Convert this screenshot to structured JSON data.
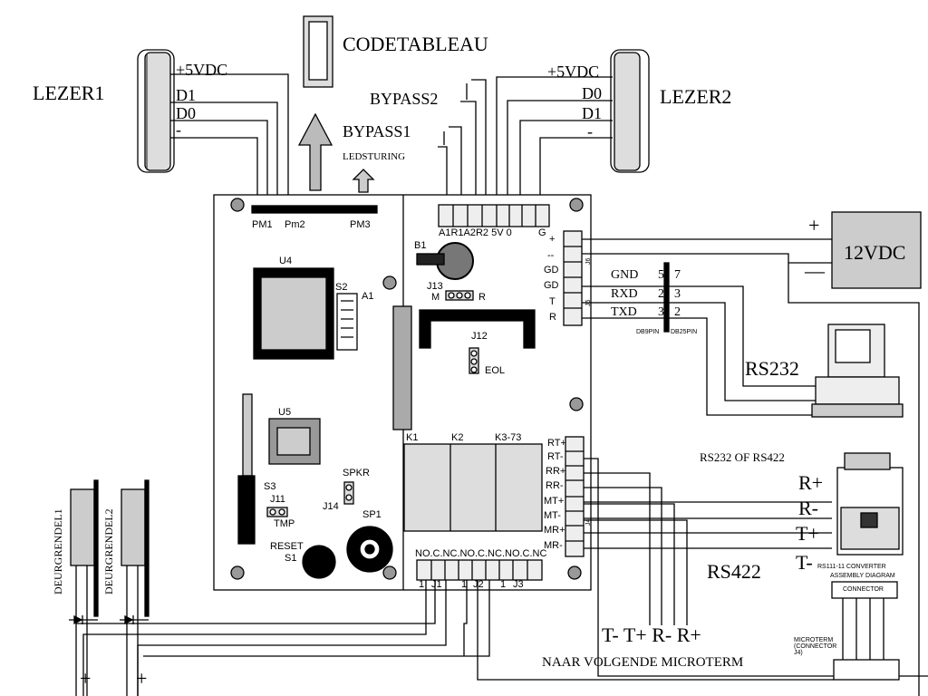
{
  "readers": {
    "reader1": "LEZER1",
    "reader2": "LEZER2"
  },
  "reader1_pins": [
    "+5VDC",
    "D1",
    "D0",
    "-"
  ],
  "reader2_pins": [
    "+5VDC",
    "D0",
    "D1",
    "-"
  ],
  "keypad": "CODETABLEAU",
  "bypass": {
    "bypass1": "BYPASS1",
    "bypass2": "BYPASS2"
  },
  "ledsturing": "LEDSTURING",
  "pm_connectors": [
    "PM1",
    "Pm2",
    "PM3"
  ],
  "terminal_top": "A1R1A2R2 5V 0",
  "terminal_top_g": "G",
  "components": {
    "U4": "U4",
    "U5": "U5",
    "S2": "S2",
    "A1": "A1",
    "B1": "B1",
    "J13": "J13",
    "J13_m": "M",
    "J13_r": "R",
    "J12": "J12",
    "EOL": "EOL",
    "K1": "K1",
    "K2": "K2",
    "K3": "K3-73",
    "S3": "S3",
    "J11": "J11",
    "TMP": "TMP",
    "SPKR": "SPKR",
    "J14": "J14",
    "SP1": "SP1",
    "RESET": "RESET",
    "S1": "S1"
  },
  "j6_pins": [
    "+",
    "--",
    "GD"
  ],
  "j6_label": "J6",
  "j5_pins": [
    "GD",
    "T",
    "R"
  ],
  "j5_label": "J5",
  "j4_pins": [
    "RT+",
    "RT-",
    "RR+",
    "RR-",
    "MT+",
    "MT-",
    "MR+",
    "MR-"
  ],
  "j4_label": "J4",
  "pin_one": "1",
  "power": {
    "label": "12VDC",
    "plus": "+",
    "minus": "—"
  },
  "rs232_pins": [
    {
      "name": "GND",
      "db9": "5",
      "db25": "7"
    },
    {
      "name": "RXD",
      "db9": "2",
      "db25": "3"
    },
    {
      "name": "TXD",
      "db9": "3",
      "db25": "2"
    }
  ],
  "db9_label": "DB9PIN",
  "db25_label": "DB25PIN",
  "rs232_label": "RS232",
  "rs232_or_rs422": "RS232 OF RS422",
  "rs422_label": "RS422",
  "converter_pins": [
    "R+",
    "R-",
    "T+",
    "T-"
  ],
  "converter_caption": "RS111-11 CONVERTER",
  "converter_sub": "ASSEMBLY DIAGRAM",
  "converter_box_label": "CONNECTOR",
  "microterm_label": "MICROTERM (CONNECTOR J4)",
  "relay_terms": "NO.C.NC.NO.C.NC.NO.C.NC",
  "relay_j": [
    "J1",
    "J2",
    "J3"
  ],
  "relay_ones": [
    "1",
    "1",
    "1"
  ],
  "door_locks": [
    "DEURGRENDEL1",
    "DEURGRENDEL2"
  ],
  "door_plus": [
    "+",
    "+"
  ],
  "next_microterm_pins": "T- T+ R- R+",
  "next_microterm": "NAAR VOLGENDE MICROTERM"
}
